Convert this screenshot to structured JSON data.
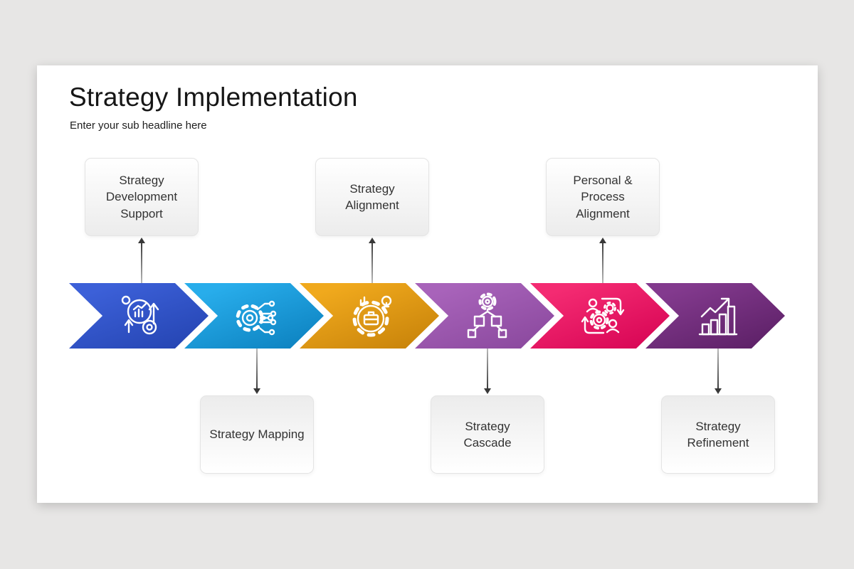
{
  "colors": {
    "page_background": "#e7e6e5",
    "slide_background": "#ffffff",
    "connector_arrow": "#383838",
    "box_text": "#333333",
    "title_text": "#161616"
  },
  "slide": {
    "title": "Strategy Implementation",
    "subtitle": "Enter your sub headline here"
  },
  "steps": [
    {
      "label": "Strategy Development Support",
      "position": "top",
      "icon": "growth-analysis-icon",
      "color_light": "#3c60d8",
      "color_dark": "#2646b4"
    },
    {
      "label": "Strategy Mapping",
      "position": "bottom",
      "icon": "digital-gear-icon",
      "color_light": "#28adeb",
      "color_dark": "#0e84c2"
    },
    {
      "label": "Strategy Alignment",
      "position": "top",
      "icon": "business-gear-icon",
      "color_light": "#f0a91d",
      "color_dark": "#ca850b"
    },
    {
      "label": "Strategy Cascade",
      "position": "bottom",
      "icon": "hierarchy-icon",
      "color_light": "#a863ba",
      "color_dark": "#8c4a9f"
    },
    {
      "label": "Personal & Process Alignment",
      "position": "top",
      "icon": "people-process-icon",
      "color_light": "#f42b72",
      "color_dark": "#d90756"
    },
    {
      "label": "Strategy Refinement",
      "position": "bottom",
      "icon": "growth-chart-icon",
      "color_light": "#833a8e",
      "color_dark": "#5e2168"
    }
  ]
}
